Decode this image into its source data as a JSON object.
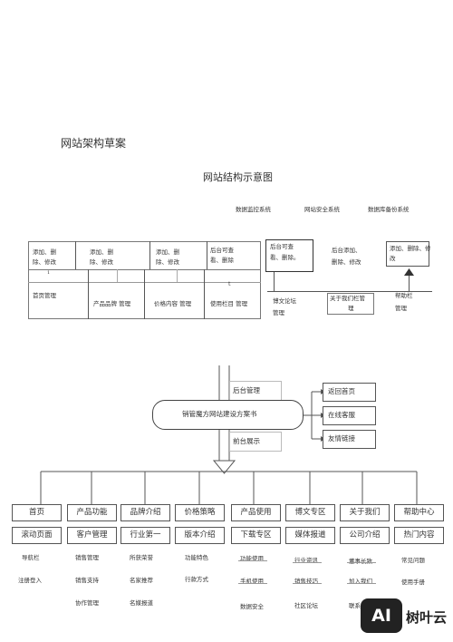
{
  "doc": {
    "title": "网站架构草案",
    "subtitle": "网站结构示意图"
  },
  "top": {
    "systems": [
      "数据监控系统",
      "网站安全系统",
      "数据库备份系统"
    ],
    "cells_top": [
      [
        "添加、删",
        "除、修改"
      ],
      [
        "添加、删",
        "除、修改"
      ],
      [
        "添加、删",
        "除、修改"
      ],
      [
        "后台可查",
        "看、删除"
      ]
    ],
    "cells_bottom": [
      "首页管理",
      "产品品牌  管理",
      "价格内容  管理",
      "使用栏目  管理"
    ],
    "marks": [
      "1",
      "t"
    ],
    "right_top": [
      [
        "后台可查",
        "看、删除。"
      ],
      [
        "后台添加、",
        "删除、修改"
      ],
      [
        "添加、删除、修",
        "改"
      ]
    ],
    "right_bottom": [
      [
        "博文论坛",
        "管理"
      ],
      [
        "关于我们栏管",
        "理"
      ],
      [
        "帮助栏",
        "管理"
      ]
    ]
  },
  "flow": {
    "backend": "后台管理",
    "center": "销管魔方网站建设方案书",
    "frontend": "前台展示",
    "right_links": [
      "返回首页",
      "在线客服",
      "友情链接"
    ]
  },
  "nav": [
    {
      "label": "首页",
      "sub": "滚动页面",
      "items": [
        "导航栏",
        "注册登入"
      ]
    },
    {
      "label": "产品功能",
      "sub": "客户管理",
      "items": [
        "销售管理",
        "销售支持",
        "协作管理"
      ]
    },
    {
      "label": "品牌介绍",
      "sub": "行业第一",
      "items": [
        "所获荣誉",
        "名家推荐",
        "名媒报道"
      ]
    },
    {
      "label": "价格策略",
      "sub": "版本介绍",
      "items": [
        "功能特色",
        "行款方式"
      ]
    },
    {
      "label": "产品使用",
      "sub": "下载专区",
      "items": [
        "功能使用",
        "手机使用",
        "数据安全"
      ]
    },
    {
      "label": "博文专区",
      "sub": "媒体报道",
      "items": [
        "行业资讯",
        "销售技巧",
        "社区论坛"
      ]
    },
    {
      "label": "关于我们",
      "sub": "公司介绍",
      "items": [
        "董事长致",
        "加入我们",
        "联系"
      ]
    },
    {
      "label": "帮助中心",
      "sub": "热门内容",
      "items": [
        "常见问题",
        "使用手册"
      ]
    }
  ],
  "watermark": {
    "badge": "AI",
    "text": "树叶云"
  }
}
